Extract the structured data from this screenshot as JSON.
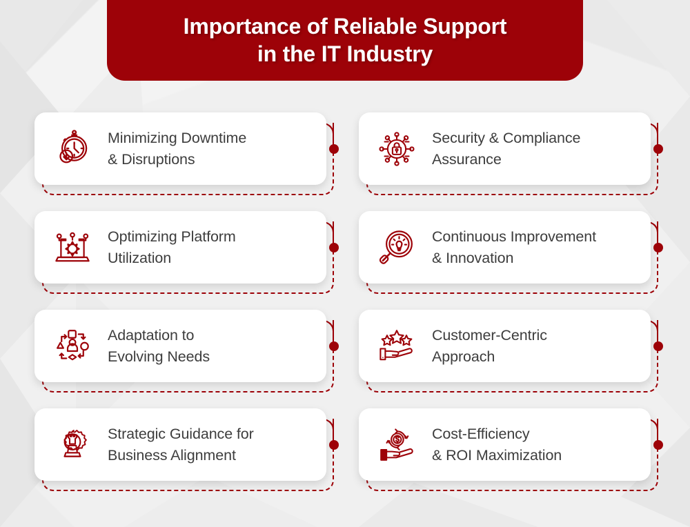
{
  "colors": {
    "brand_red": "#9d0208",
    "header_bg": "#9d0208",
    "header_text": "#ffffff",
    "card_bg": "#ffffff",
    "label_text": "#3d3d3d",
    "page_bg": "#f0f0f0"
  },
  "header": {
    "title": "Importance of Reliable Support\nin the IT Industry"
  },
  "cards": [
    {
      "label": "Minimizing Downtime\n& Disruptions",
      "icon": "clock-downtime-icon"
    },
    {
      "label": "Security & Compliance\nAssurance",
      "icon": "cyber-lock-icon"
    },
    {
      "label": "Optimizing Platform\nUtilization",
      "icon": "laptop-gear-icon"
    },
    {
      "label": "Continuous Improvement\n& Innovation",
      "icon": "magnifier-lightbulb-icon"
    },
    {
      "label": "Adaptation to\nEvolving Needs",
      "icon": "person-shapes-adapt-icon"
    },
    {
      "label": "Customer-Centric\nApproach",
      "icon": "hand-stars-icon"
    },
    {
      "label": "Strategic Guidance for\nBusiness Alignment",
      "icon": "chess-rook-gear-icon"
    },
    {
      "label": "Cost-Efficiency\n& ROI Maximization",
      "icon": "hand-coin-roi-icon"
    }
  ]
}
